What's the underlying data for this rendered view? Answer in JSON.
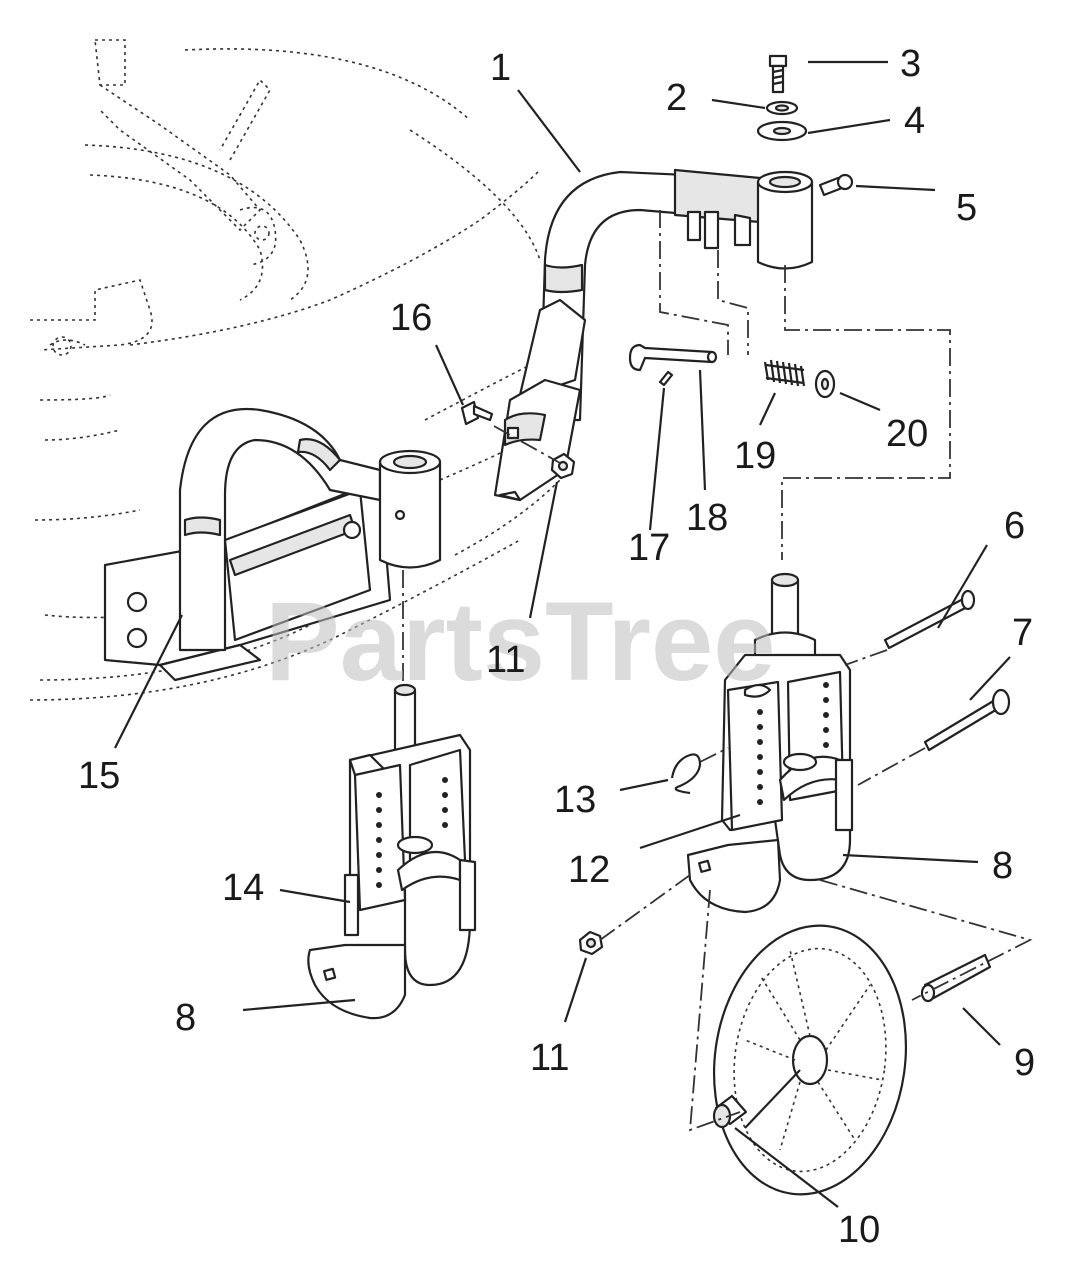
{
  "watermark": "PartsTree",
  "callouts": {
    "c1": "1",
    "c2": "2",
    "c3": "3",
    "c4": "4",
    "c5": "5",
    "c6": "6",
    "c7": "7",
    "c8a": "8",
    "c8b": "8",
    "c9": "9",
    "c10": "10",
    "c11a": "11",
    "c11b": "11",
    "c12": "12",
    "c13": "13",
    "c14": "14",
    "c15": "15",
    "c16": "16",
    "c17": "17",
    "c18": "18",
    "c19": "19",
    "c20": "20"
  }
}
